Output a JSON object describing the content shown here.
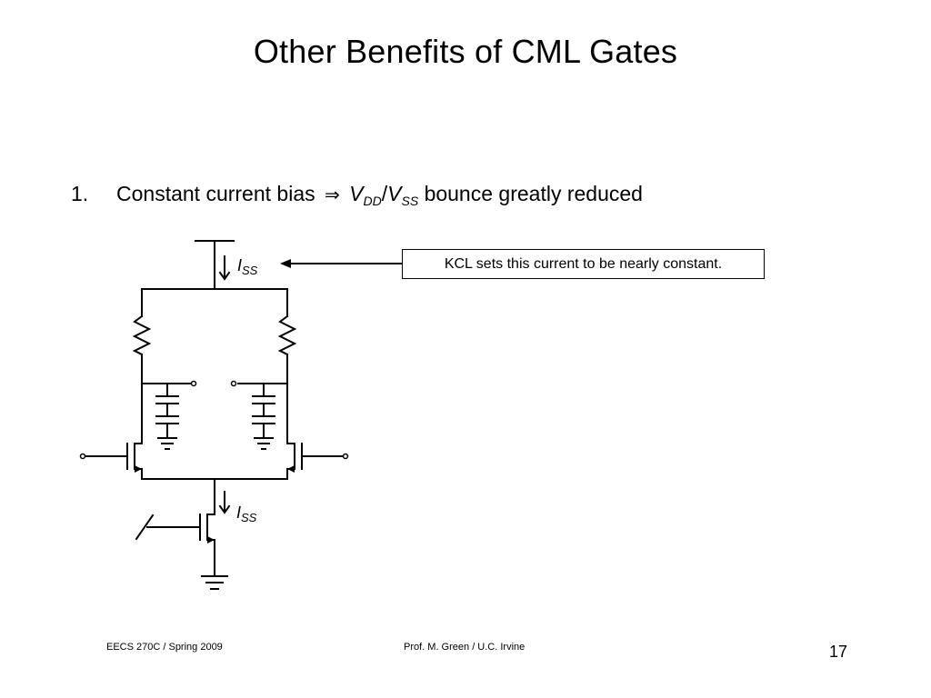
{
  "slide": {
    "title": "Other Benefits of CML Gates",
    "page_number": "17"
  },
  "bullet": {
    "number": "1.",
    "text_before": "Constant current bias",
    "implies_symbol": "⇒",
    "v_dd_main": "V",
    "v_dd_sub": "DD",
    "slash": "/",
    "v_ss_main": "V",
    "v_ss_sub": "SS",
    "text_after": "bounce greatly reduced"
  },
  "callout": {
    "text": "KCL sets this current to be nearly constant."
  },
  "labels": {
    "iss_top_main": "I",
    "iss_top_sub": "SS",
    "iss_bottom_main": "I",
    "iss_bottom_sub": "SS"
  },
  "footer": {
    "left": "EECS 270C / Spring 2009",
    "center": "Prof. M. Green / U.C. Irvine"
  }
}
